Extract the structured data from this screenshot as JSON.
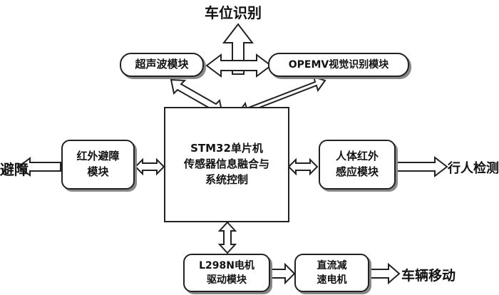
{
  "outputs": {
    "parking_recognition": "车位识别",
    "obstacle_avoidance": "避障",
    "pedestrian_detection": "行人检测",
    "vehicle_movement": "车辆移动"
  },
  "modules": {
    "ultrasonic": "超声波模块",
    "openmv": "OPEMV视觉识别模块",
    "ir_avoidance": "红外避障\n模块",
    "mcu": "STM32单片机\n传感器信息融合与\n系统控制",
    "human_ir": "人体红外\n感应模块",
    "l298n": "L298N电机\n驱动模块",
    "dc_motor": "直流减\n速电机"
  }
}
